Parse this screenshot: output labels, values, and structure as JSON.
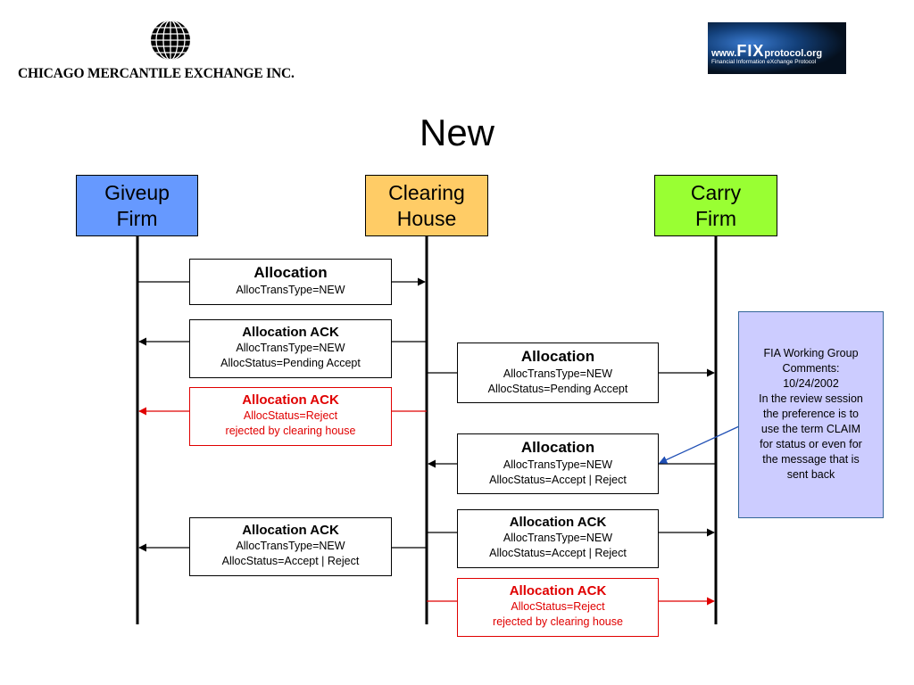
{
  "header": {
    "cme_logo_text": "CHICAGO MERCANTILE EXCHANGE INC.",
    "fix_logo": {
      "prefix": "www.",
      "brand": "FIX",
      "suffix": "protocol.org",
      "tagline": "Financial Information eXchange Protocol"
    }
  },
  "title": "New",
  "participants": [
    {
      "line1": "Giveup",
      "line2": "Firm",
      "color": "#6699ff"
    },
    {
      "line1": "Clearing",
      "line2": "House",
      "color": "#ffcc66"
    },
    {
      "line1": "Carry",
      "line2": "Firm",
      "color": "#99ff33"
    }
  ],
  "messages": [
    {
      "title": "Allocation",
      "lines": [
        "AllocTransType=NEW"
      ]
    },
    {
      "title": "Allocation ACK",
      "lines": [
        "AllocTransType=NEW",
        "AllocStatus=Pending Accept"
      ]
    },
    {
      "title": "Allocation ACK",
      "lines": [
        "AllocStatus=Reject",
        "rejected by clearing house"
      ]
    },
    {
      "title": "Allocation",
      "lines": [
        "AllocTransType=NEW",
        "AllocStatus=Pending Accept"
      ]
    },
    {
      "title": "Allocation",
      "lines": [
        "AllocTransType=NEW",
        "AllocStatus=Accept | Reject"
      ]
    },
    {
      "title": "Allocation ACK",
      "lines": [
        "AllocTransType=NEW",
        "AllocStatus=Accept | Reject"
      ]
    },
    {
      "title": "Allocation ACK",
      "lines": [
        "AllocTransType=NEW",
        "AllocStatus=Accept | Reject"
      ]
    },
    {
      "title": "Allocation ACK",
      "lines": [
        "AllocStatus=Reject",
        "rejected by clearing house"
      ]
    }
  ],
  "note": {
    "lines": [
      "FIA Working Group",
      "Comments:",
      "10/24/2002",
      "In the review session",
      "the preference is to",
      "use the term CLAIM",
      "for status or even for",
      "the message that is",
      "sent back"
    ]
  },
  "colors": {
    "arrow": "#000000",
    "reject": "#e00000",
    "note_fill": "#ccccff",
    "note_pointer": "#1f4fb5"
  }
}
